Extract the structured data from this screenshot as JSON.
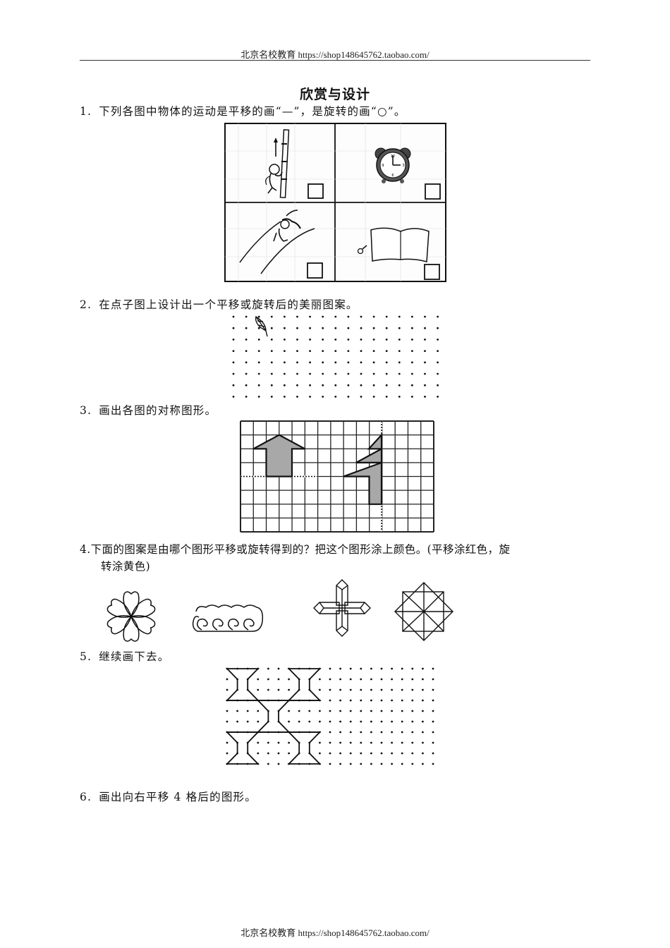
{
  "header": {
    "text": "北京名校教育 https://shop148645762.taobao.com/"
  },
  "footer": {
    "text": "北京名校教育 https://shop148645762.taobao.com/"
  },
  "title": "欣赏与设计",
  "questions": [
    {
      "number": "1.",
      "text": "下列各图中物体的运动是平移的画“—”，是旋转的画“○”。",
      "panels": [
        {
          "name": "monkey-climbing-pole",
          "motion_answer_box": ""
        },
        {
          "name": "alarm-clock-hands",
          "motion_answer_box": ""
        },
        {
          "name": "girl-sliding-down-slide",
          "motion_answer_box": ""
        },
        {
          "name": "book-page-turning",
          "motion_answer_box": ""
        }
      ]
    },
    {
      "number": "2.",
      "text": "在点子图上设计出一个平移或旋转后的美丽图案。",
      "dot_grid": {
        "columns": 17,
        "rows": 8
      }
    },
    {
      "number": "3.",
      "text": "画出各图的对称图形。",
      "grid": {
        "columns": 15,
        "rows": 8,
        "fill_color": "#a8a8a8"
      }
    },
    {
      "number": "4.",
      "text_line1": "下面的图案是由哪个图形平移或旋转得到的？把这个图形涂上颜色。(平移涂红色，旋",
      "text_line2": "转涂黄色)",
      "patterns": [
        "flower-petals",
        "wave-scrolls",
        "rhombus-cross",
        "pinwheel-squares"
      ]
    },
    {
      "number": "5.",
      "text": "继续画下去。",
      "dot_grid": {
        "columns": 21,
        "rows": 10
      }
    },
    {
      "number": "6.",
      "text": "画出向右平移 4 格后的图形。"
    }
  ]
}
